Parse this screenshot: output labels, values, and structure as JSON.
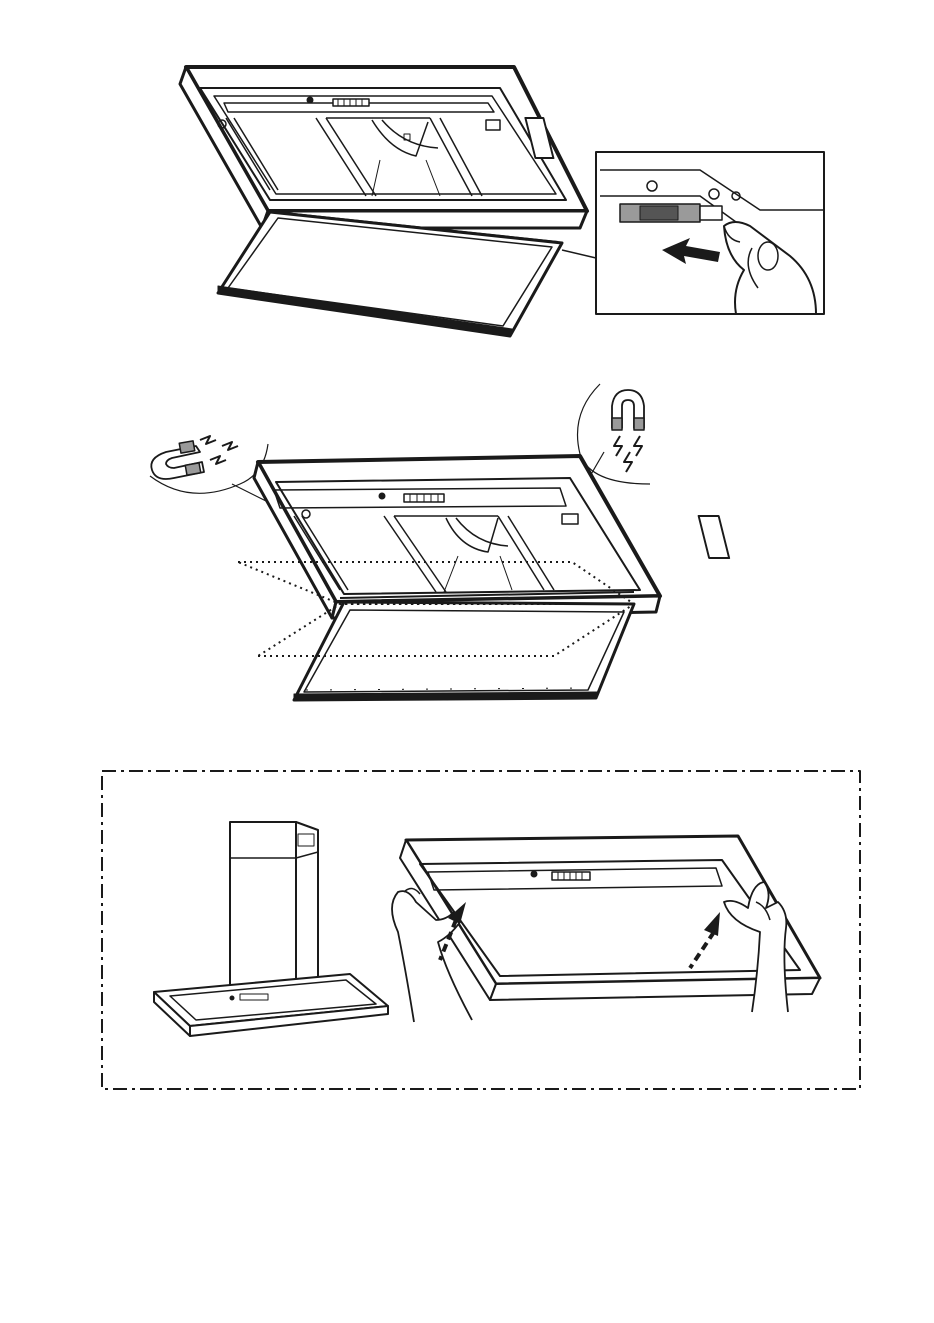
{
  "figures": [
    {
      "id": "fig1",
      "icons": [
        "hood-icon",
        "filter-panel-icon",
        "latch-detail-icon",
        "finger-push-icon",
        "arrow-left-icon"
      ]
    },
    {
      "id": "fig2",
      "icons": [
        "magnet-icon",
        "magnet-icon",
        "spark-icon",
        "hood-icon",
        "filter-panel-icon"
      ]
    },
    {
      "id": "fig3",
      "icons": [
        "chimney-hood-icon",
        "hands-icon",
        "arrow-up-icon"
      ]
    }
  ],
  "colors": {
    "line": "#1a1a1a",
    "fill": "#ffffff",
    "gray": "#9a9a9a",
    "darkgray": "#555555"
  }
}
